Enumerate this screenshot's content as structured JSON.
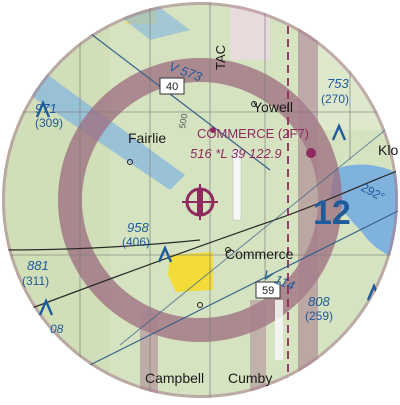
{
  "airport": {
    "name": "COMMERCE (2F7)",
    "info": "516 *L 39 122.9"
  },
  "towns": {
    "yowell": "Yowell",
    "fairlie": "Fairlie",
    "commerce": "Commerce",
    "campbell": "Campbell",
    "cumby": "Cumby",
    "klo": "Klo"
  },
  "airways": {
    "v573": "V 573",
    "v114": "V 114"
  },
  "routes": {
    "r40": "40",
    "r59": "59"
  },
  "obstacles": {
    "o971": {
      "msl": "971",
      "agl": "(309)"
    },
    "o958": {
      "msl": "958",
      "agl": "(406)"
    },
    "o881": {
      "msl": "881",
      "agl": "(311)"
    },
    "o753": {
      "msl": "753",
      "agl": "(270)"
    },
    "o808": {
      "msl": "808",
      "agl": "(259)"
    },
    "o08": {
      "msl": "08"
    }
  },
  "labels": {
    "tac": "TAC",
    "c500": "500",
    "grid_max": "12",
    "bearing": "292°"
  },
  "colors": {
    "land": "#d6e3c0",
    "water": "#7fb2dd",
    "magenta": "#8e2a5e",
    "blue": "#1f5a9a"
  }
}
